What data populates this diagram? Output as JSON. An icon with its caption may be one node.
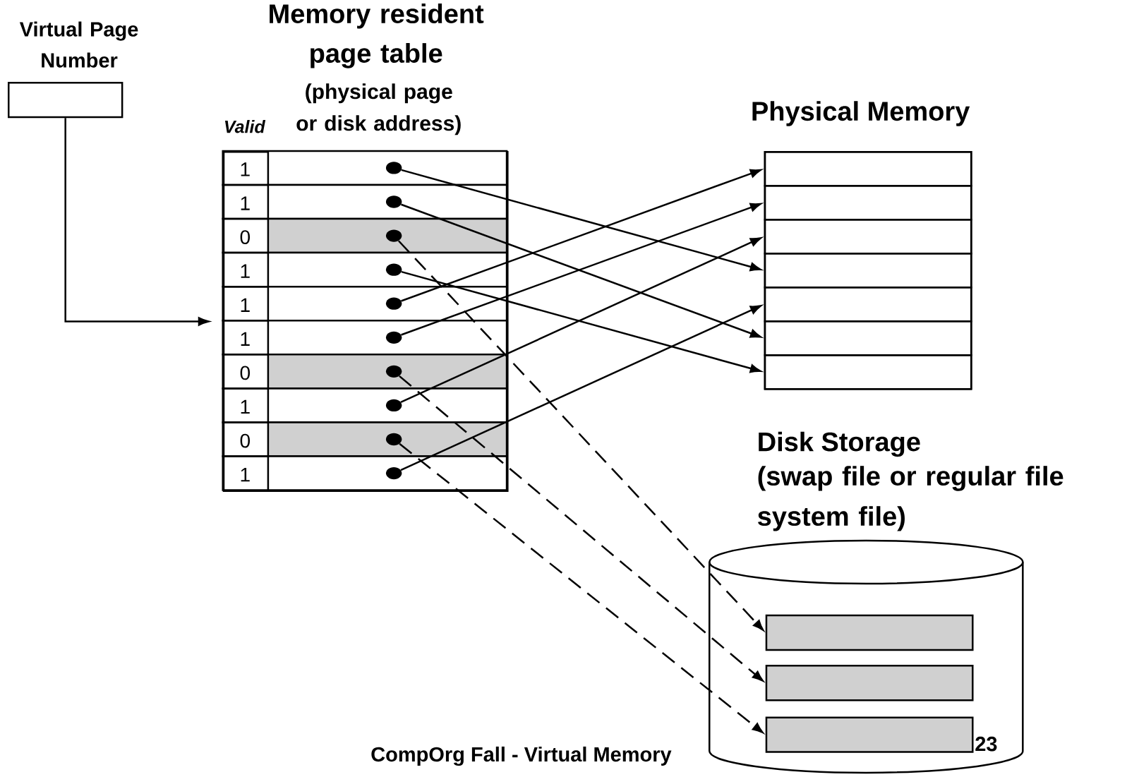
{
  "diagram": {
    "nodes": [
      {
        "text": [
          "Virtual Page Number"
        ]
      },
      {
        "text": [
          "Memory resident page table",
          "Valid",
          "(physical page or disk address)"
        ]
      },
      {
        "text": [],
        "shape": "circle",
        "in": 1
      },
      {
        "text": [],
        "shape": "circle",
        "in": 1
      },
      {
        "text": [],
        "shape": "circle",
        "in": 1
      },
      {
        "text": [],
        "shape": "circle",
        "in": 1
      },
      {
        "text": [],
        "shape": "circle",
        "in": 1
      },
      {
        "text": [],
        "shape": "circle",
        "in": 1
      },
      {
        "text": [],
        "shape": "circle",
        "in": 1
      },
      {
        "text": [],
        "shape": "circle",
        "in": 1
      },
      {
        "text": [],
        "shape": "circle",
        "in": 1
      },
      {
        "text": [],
        "shape": "circle",
        "in": 1
      },
      {
        "text": [
          "Physical Memory"
        ]
      },
      {
        "text": [],
        "shape": "box",
        "in": 12
      },
      {
        "text": [],
        "shape": "box",
        "in": 12
      },
      {
        "text": [],
        "shape": "box",
        "in": 12
      },
      {
        "text": [],
        "shape": "box",
        "in": 12
      },
      {
        "text": [],
        "shape": "box",
        "in": 12
      },
      {
        "text": [],
        "shape": "box",
        "in": 12
      },
      {
        "text": [],
        "shape": "box",
        "in": 12
      },
      {
        "text": [
          "Disk Storage",
          "(swap file or regular file system file)"
        ]
      },
      {
        "text": [],
        "shape": "box",
        "in": 20
      },
      {
        "text": [],
        "shape": "box",
        "in": 20
      },
      {
        "text": [],
        "shape": "box",
        "in": 20
      }
    ],
    "edges": [
      {
        "from": 0,
        "to": 1,
        "arrow": "to"
      },
      {
        "from": 2,
        "to": 16,
        "arrow": "to"
      },
      {
        "from": 3,
        "to": 18,
        "arrow": "to"
      },
      {
        "from": 4,
        "to": 21,
        "arrow": "to",
        "style": "dashed"
      },
      {
        "from": 5,
        "to": 19,
        "arrow": "to"
      },
      {
        "from": 6,
        "to": 13,
        "arrow": "to"
      },
      {
        "from": 7,
        "to": 14,
        "arrow": "to"
      },
      {
        "from": 8,
        "to": 22,
        "arrow": "to",
        "style": "dashed"
      },
      {
        "from": 9,
        "to": 15,
        "arrow": "to"
      },
      {
        "from": 10,
        "to": 23,
        "arrow": "to",
        "style": "dashed"
      },
      {
        "from": 11,
        "to": 17,
        "arrow": "to"
      }
    ],
    "labels": [
      "1",
      "1",
      "0",
      "1",
      "1",
      "1",
      "0",
      "1",
      "0",
      "1",
      "CompOrg Fall - Virtual Memory",
      "23"
    ]
  }
}
